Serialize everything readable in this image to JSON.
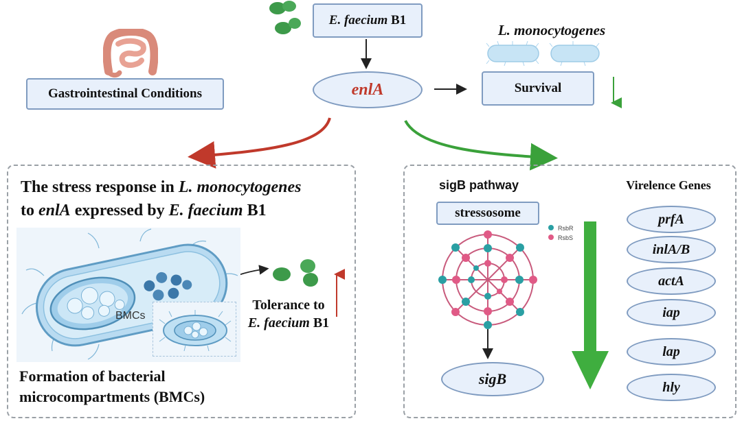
{
  "top": {
    "efaecium_label_italic": "E. faecium",
    "efaecium_label_rest": " B1",
    "enla": "enlA",
    "gi_conditions": "Gastrointestinal Conditions",
    "lmono_title": "L. monocytogenes",
    "survival": "Survival"
  },
  "left_panel": {
    "title_line1_a": "The stress response in ",
    "title_line1_b": "L. monocytogenes",
    "title_line2_a": "to ",
    "title_line2_b": "enlA",
    "title_line2_c": " expressed by ",
    "title_line2_d": "E. faecium",
    "title_line2_e": " B1",
    "bmcs_label": "BMCs",
    "tolerance_line1": "Tolerance to",
    "tolerance_line2_italic": "E. faecium",
    "tolerance_line2_rest": " B1",
    "formation_line1": "Formation of bacterial",
    "formation_line2": "microcompartments (BMCs)"
  },
  "right_panel": {
    "sigb_pathway": "sigB pathway",
    "stressosome": "stressosome",
    "legend_1": "RsbR",
    "legend_2": "RsbS",
    "sigb": "sigB",
    "virulence_title": "Virelence Genes",
    "genes": [
      "prfA",
      "inlA/B",
      "actA",
      "iap",
      "lap",
      "hly"
    ]
  },
  "colors": {
    "box_fill": "#e8f0fb",
    "box_border": "#7f9bc0",
    "red_accent": "#c0392b",
    "green_accent": "#3aa13a",
    "bacteria_green": "#3d9a4a"
  },
  "icons": [
    "intestine-icon",
    "enterococcus-icon",
    "listeria-rod-icon",
    "bacterium-cell-icon",
    "stressosome-molecule-icon"
  ]
}
